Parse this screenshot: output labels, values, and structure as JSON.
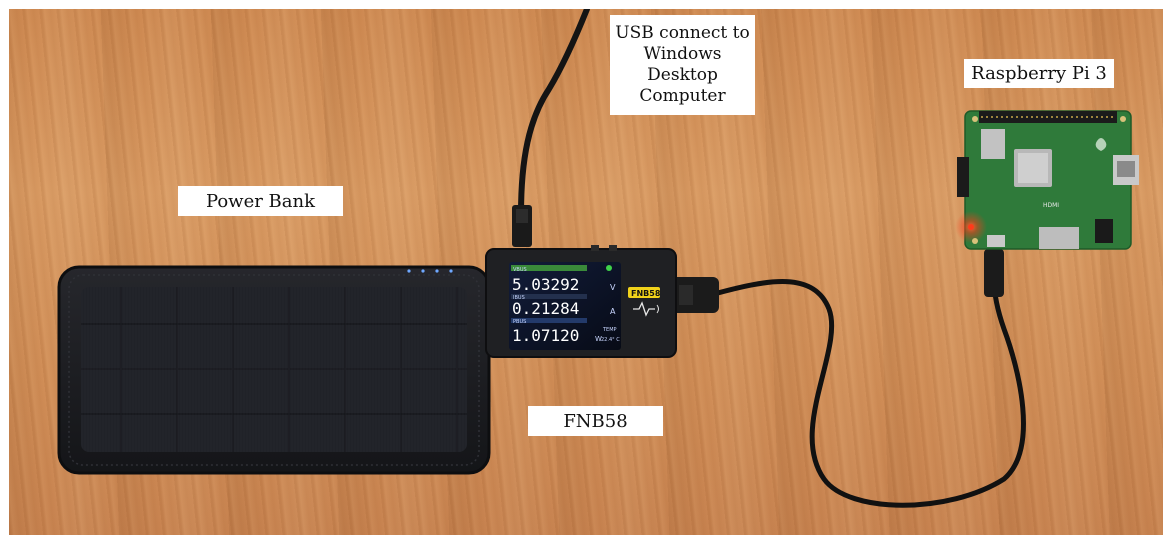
{
  "labels": {
    "usb_lines": [
      "USB connect to",
      "Windows",
      "Desktop",
      "Computer"
    ],
    "raspberry": "Raspberry Pi 3",
    "power_bank": "Power Bank",
    "fnb58": "FNB58"
  },
  "meter": {
    "brand": "FNB58",
    "voltage_label": "VBUS",
    "voltage": "5.03292",
    "voltage_unit": "V",
    "current_label": "IBUS",
    "current": "0.21284",
    "current_unit": "A",
    "power_label": "PBUS",
    "power": "1.07120",
    "power_unit": "W",
    "temp_label": "TEMP",
    "temp_value": "22.4° C"
  },
  "pi_board": {
    "hdmi_text": "HDMI"
  },
  "colors": {
    "wood": "#d18e57",
    "powerbank": "#1c1d21",
    "meter_screen": "#0b1020",
    "pi_board": "#2f7a3a",
    "led": "#ff3a1a"
  }
}
